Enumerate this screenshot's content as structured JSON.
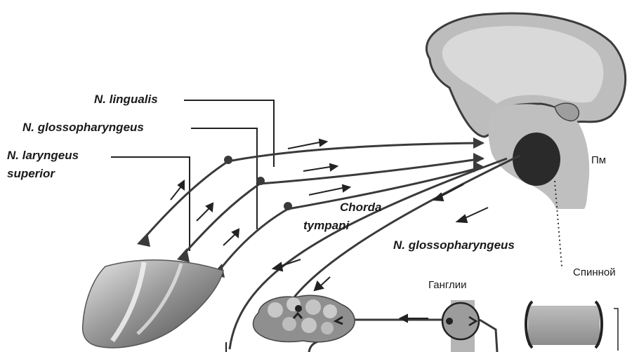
{
  "labels": {
    "lingualis": "N. lingualis",
    "glossopharyngeus_top": "N. glossopharyngeus",
    "laryngeus_line1": "N. laryngeus",
    "laryngeus_line2": "superior",
    "chorda_line1": "Chorda",
    "chorda_line2": "tympani",
    "glossopharyngeus_bottom": "N. glossopharyngeus",
    "pm": "Пм",
    "ganglii": "Ганглии",
    "spinnoi": "Спинной"
  }
}
